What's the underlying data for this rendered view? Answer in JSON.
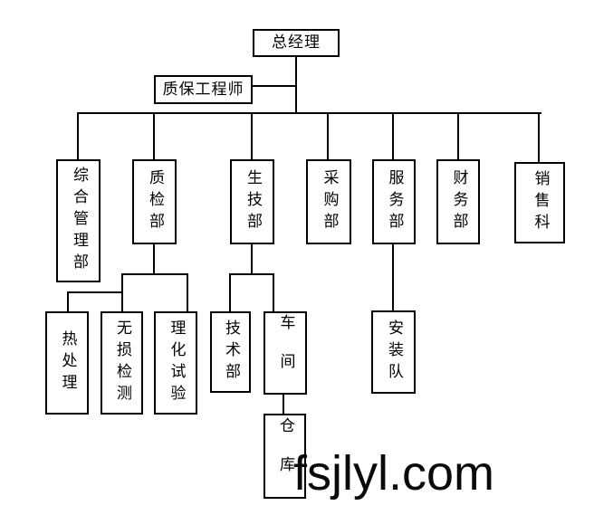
{
  "page": {
    "background_color": "#ffffff",
    "line_color": "#000000",
    "text_color": "#000000"
  },
  "org_chart": {
    "type": "organization-chart",
    "nodes": {
      "general_manager": "总经理",
      "qa_engineer": "质保工程师",
      "general_admin_dept": "综合管理部",
      "quality_inspection_dept": "质检部",
      "production_tech_dept": "生技部",
      "purchasing_dept": "采购部",
      "service_dept": "服务部",
      "finance_dept": "财务部",
      "sales_section": "销售科",
      "heat_treatment": "热处理",
      "ndt_inspection": "无损检测",
      "physical_chemical_test": "理化试验",
      "technical_dept": "技术部",
      "workshop": "车间",
      "installation_team": "安装队",
      "warehouse": "仓库"
    },
    "edges": [
      {
        "from": "general_manager",
        "to": "qa_engineer"
      },
      {
        "from": "general_manager",
        "to": "general_admin_dept"
      },
      {
        "from": "general_manager",
        "to": "quality_inspection_dept"
      },
      {
        "from": "general_manager",
        "to": "production_tech_dept"
      },
      {
        "from": "general_manager",
        "to": "purchasing_dept"
      },
      {
        "from": "general_manager",
        "to": "service_dept"
      },
      {
        "from": "general_manager",
        "to": "finance_dept"
      },
      {
        "from": "general_manager",
        "to": "sales_section"
      },
      {
        "from": "quality_inspection_dept",
        "to": "heat_treatment"
      },
      {
        "from": "quality_inspection_dept",
        "to": "ndt_inspection"
      },
      {
        "from": "quality_inspection_dept",
        "to": "physical_chemical_test"
      },
      {
        "from": "production_tech_dept",
        "to": "technical_dept"
      },
      {
        "from": "production_tech_dept",
        "to": "workshop"
      },
      {
        "from": "workshop",
        "to": "warehouse"
      },
      {
        "from": "service_dept",
        "to": "installation_team"
      }
    ]
  },
  "watermark": {
    "text": "fsjlyl.com",
    "color": "#0a0a0a"
  }
}
